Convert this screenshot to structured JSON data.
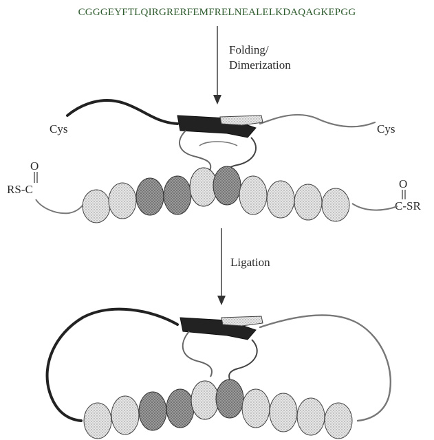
{
  "sequence": "CGGGEYFTLQIRGRERFEMFRELNEALELKDAQAGKEPGG",
  "steps": {
    "step1_line1": "Folding/",
    "step1_line2": "Dimerization",
    "step2": "Ligation"
  },
  "labels": {
    "cys_left": "Cys",
    "cys_right": "Cys",
    "thioester_left_o": "O",
    "thioester_left": "RS-C",
    "thioester_right_o": "O",
    "thioester_right": "C-SR"
  },
  "colors": {
    "sequence_text": "#2d5a2d",
    "strand_dark": "#222222",
    "helix_fill": "#cfcfcf",
    "line": "#333333"
  }
}
